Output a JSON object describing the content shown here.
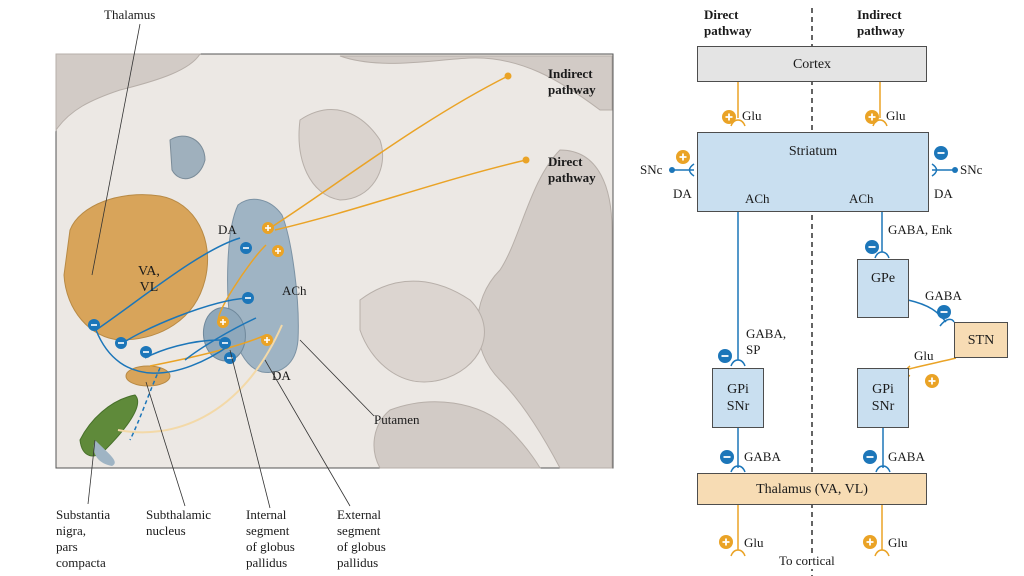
{
  "anatomy": {
    "thalamus": "Thalamus",
    "indirect_pathway": "Indirect\npathway",
    "direct_pathway": "Direct\npathway",
    "va_vl": "VA,\nVL",
    "da_top": "DA",
    "ach": "ACh",
    "da_bottom": "DA",
    "putamen": "Putamen",
    "substantia_nigra": "Substantia\nnigra,\npars\ncompacta",
    "subthalamic": "Subthalamic\nnucleus",
    "internal_gp": "Internal\nsegment\nof globus\npallidus",
    "external_gp": "External\nsegment\nof globus\npallidus"
  },
  "schematic": {
    "direct_header": "Direct\npathway",
    "indirect_header": "Indirect\npathway",
    "cortex": "Cortex",
    "glu_left": "Glu",
    "glu_right": "Glu",
    "striatum": "Striatum",
    "snc_left": "SNc",
    "snc_right": "SNc",
    "da_left": "DA",
    "da_right": "DA",
    "ach_left": "ACh",
    "ach_right": "ACh",
    "gaba_enk": "GABA, Enk",
    "gpe": "GPe",
    "gaba_gpe_stn": "GABA",
    "stn": "STN",
    "glu_stn": "Glu",
    "gaba_sp": "GABA,\nSP",
    "gpi_left": "GPi\nSNr",
    "gpi_right": "GPi\nSNr",
    "gaba_left": "GABA",
    "gaba_right": "GABA",
    "thalamus_box": "Thalamus (VA, VL)",
    "glu_bottom_left": "Glu",
    "glu_bottom_right": "Glu",
    "to_cortical": "To cortical"
  },
  "colors": {
    "excitatory": "#eaa326",
    "inhibitory": "#1c76b9",
    "tan_nucleus": "#d8a45a",
    "grey_matter": "#cfc8c4",
    "white_matter": "#eeebe8"
  }
}
